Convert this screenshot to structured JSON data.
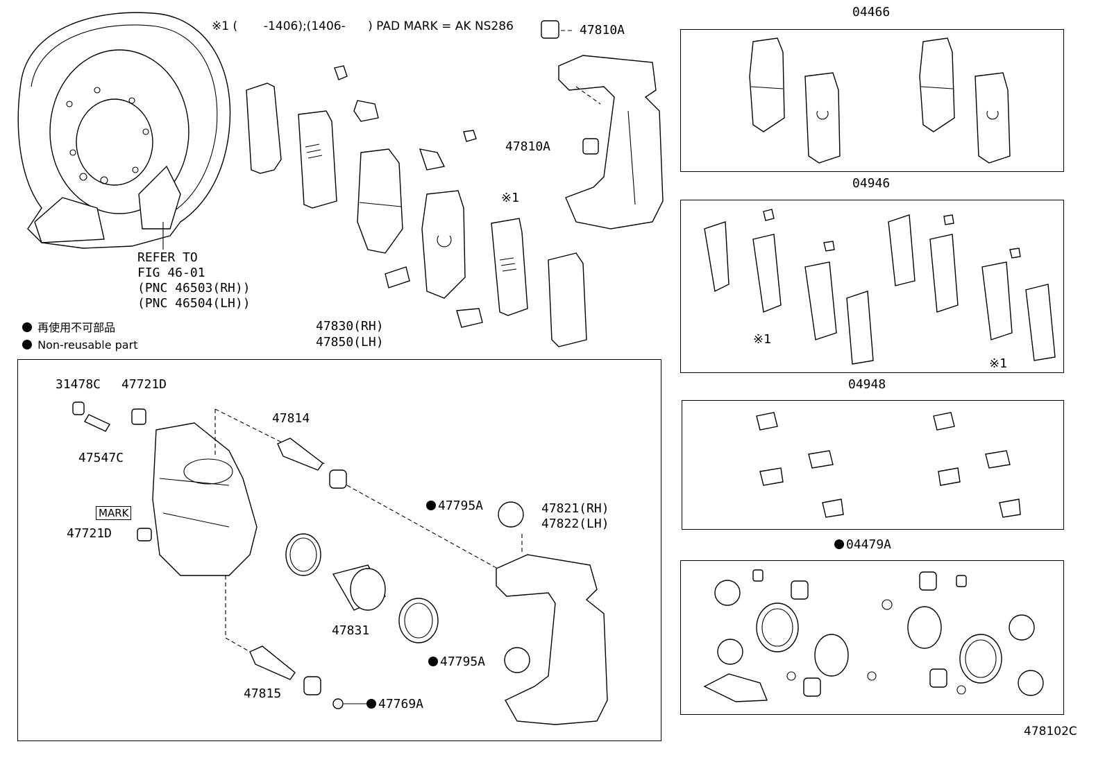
{
  "header": {
    "pad_mark_note": "※1 (       -1406);(1406-      ) PAD MARK = AK NS286"
  },
  "legend": {
    "non_reusable_jp": "再使用不可部品",
    "non_reusable_en": "Non-reusable part"
  },
  "refer": {
    "line1": "REFER TO",
    "line2": "FIG 46-01",
    "line3": "(PNC 46503(RH))",
    "line4": "(PNC 46504(LH))"
  },
  "kits": {
    "k04466": "04466",
    "k04946": "04946",
    "k04948": "04948",
    "k04479A": "04479A"
  },
  "asterisk_marks": {
    "top": "※1",
    "kit_left": "※1",
    "kit_right": "※1"
  },
  "parts": {
    "p47810A_top": "47810A",
    "p47810A_mid": "47810A",
    "caliper_rh": "47830(RH)",
    "caliper_lh": "47850(LH)",
    "p31478C": "31478C",
    "p47721D_top": "47721D",
    "p47547C": "47547C",
    "p47814": "47814",
    "mark": "MARK",
    "p47721D_left": "47721D",
    "p47795A_top": "47795A",
    "mounting_rh": "47821(RH)",
    "mounting_lh": "47822(LH)",
    "p47831": "47831",
    "p47795A_bottom": "47795A",
    "p47815": "47815",
    "p47769A": "47769A"
  },
  "figure_code": "478102C"
}
